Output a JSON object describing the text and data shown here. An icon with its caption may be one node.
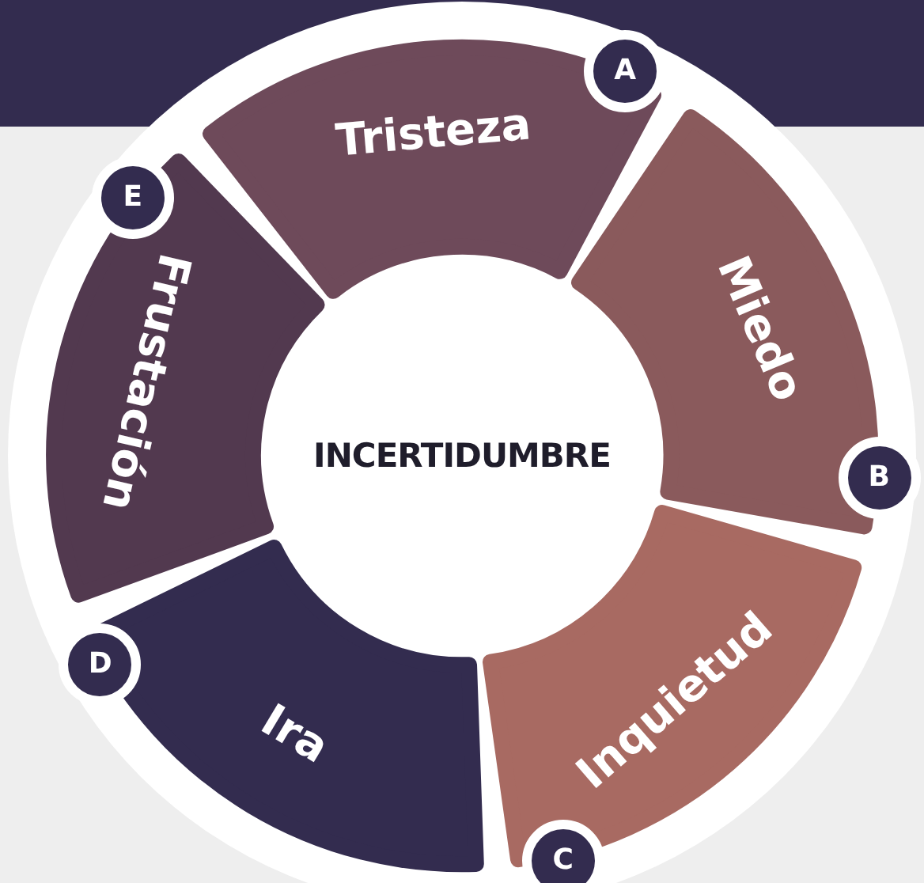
{
  "diagram": {
    "nodes": [
      {
        "text": [
          "INCERTIDUMBRE"
        ]
      },
      {
        "text": [
          "Tristeza"
        ]
      },
      {
        "text": [
          "A"
        ]
      },
      {
        "text": [
          "Miedo"
        ]
      },
      {
        "text": [
          "B"
        ]
      },
      {
        "text": [
          "Inquietud"
        ]
      },
      {
        "text": [
          "C"
        ]
      },
      {
        "text": [
          "Ira"
        ]
      },
      {
        "text": [
          "D"
        ]
      },
      {
        "text": [
          "Frustación"
        ]
      },
      {
        "text": [
          "E"
        ]
      }
    ]
  }
}
